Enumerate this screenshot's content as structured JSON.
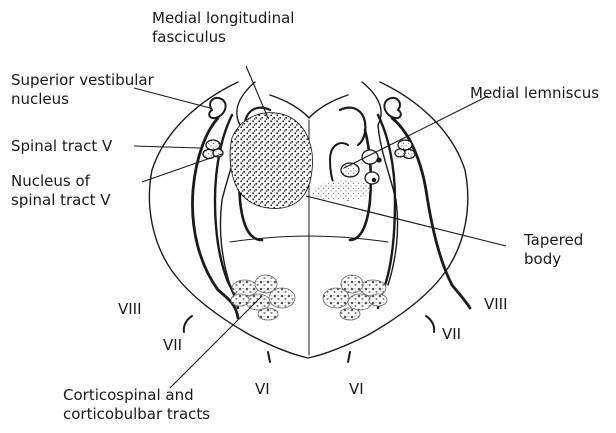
{
  "labels": {
    "mlf": [
      "Medial longitudinal",
      "fasciculus"
    ],
    "superior_vestibular": [
      "Superior vestibular",
      "nucleus"
    ],
    "spinal_tract": "Spinal tract V",
    "nucleus_spinal": [
      "Nucleus of",
      "spinal tract V"
    ],
    "medial_lemniscus": "Medial lemniscus",
    "tapered_body": [
      "Tapered",
      "body"
    ],
    "corticospinal": [
      "Corticospinal and",
      "corticobulbar tracts"
    ]
  },
  "nerves": {
    "left_viii": "VIII",
    "left_vii": "VII",
    "left_vi": "VI",
    "right_vi": "VI",
    "right_vii": "VII",
    "right_viii": "VIII"
  }
}
